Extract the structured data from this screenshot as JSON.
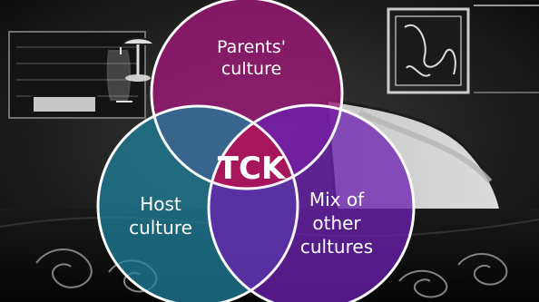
{
  "diagram": {
    "center_label": "TCK",
    "circles": [
      {
        "line1": "Parents'",
        "line2": "culture",
        "color": "#a0177a"
      },
      {
        "line1": "Host",
        "line2": "culture",
        "color": "#1f7f9a"
      },
      {
        "line1": "Mix of",
        "line2": "other",
        "line3": "cultures",
        "color": "#6a1fb0"
      }
    ],
    "center_color": "#b3124f"
  }
}
